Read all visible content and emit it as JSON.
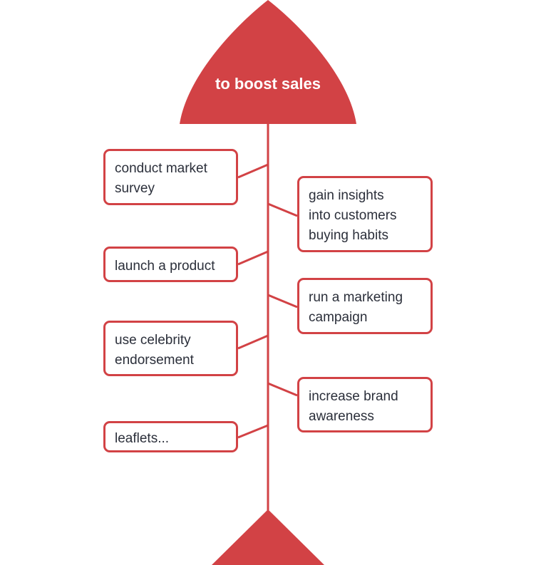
{
  "diagram": {
    "title": "to boost sales",
    "nodes": [
      {
        "text": "conduct market\nsurvey"
      },
      {
        "text": "gain insights\ninto customers\nbuying habits"
      },
      {
        "text": "launch a product"
      },
      {
        "text": "run a marketing\ncampaign"
      },
      {
        "text": "use celebrity\nendorsement"
      },
      {
        "text": "increase brand\nawareness"
      },
      {
        "text": "leaflets..."
      }
    ]
  },
  "colors": {
    "accent": "#d24245",
    "text": "#2b2f3a",
    "background": "#ffffff"
  }
}
